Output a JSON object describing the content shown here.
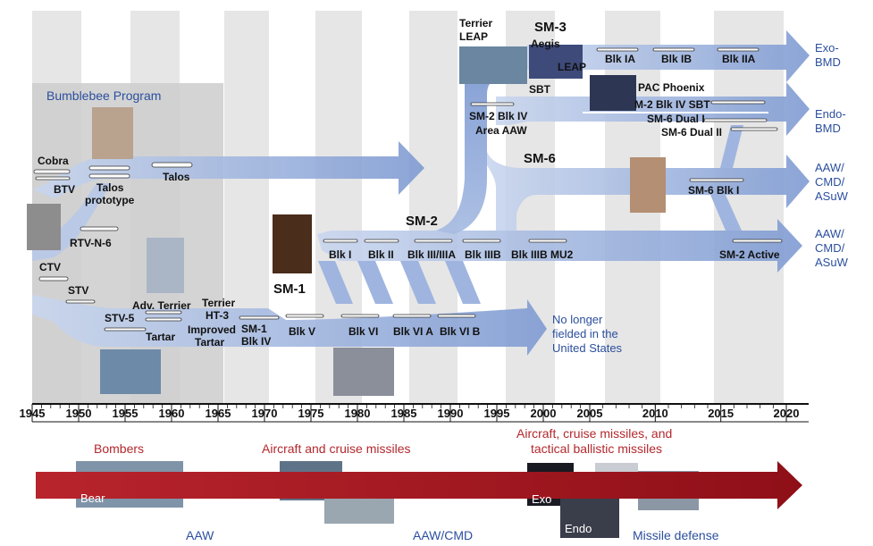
{
  "colors": {
    "arrow": "#8ea7d6",
    "arrow_light": "#c9d6ee",
    "band_gray": "#e3e3e3",
    "bumblebee_box": "#cfcfcf",
    "red_arrow": "#a3141e",
    "blue_text": "#2b4f9e",
    "red_text": "#b3282d"
  },
  "bumblebee_title": "Bumblebee Program",
  "missiles": {
    "cobra": "Cobra",
    "btv": "BTV",
    "talos_prototype_1": "Talos",
    "talos_prototype_2": "prototype",
    "talos": "Talos",
    "rtv_n_6": "RTV-N-6",
    "ctv": "CTV",
    "stv": "STV",
    "stv_5": "STV-5",
    "adv_terrier": "Adv. Terrier",
    "tartar": "Tartar",
    "terrier_ht3_1": "Terrier",
    "terrier_ht3_2": "HT-3",
    "improved_tartar_1": "Improved",
    "improved_tartar_2": "Tartar",
    "sm1_blk_iv_1": "SM-1",
    "sm1_blk_iv_2": "Blk IV",
    "sm1": "SM-1",
    "sm1_blk_v": "Blk V",
    "sm1_blk_vi": "Blk VI",
    "sm1_blk_via": "Blk VI A",
    "sm1_blk_vib": "Blk VI B",
    "sm2": "SM-2",
    "sm2_blk_i": "Blk I",
    "sm2_blk_ii": "Blk II",
    "sm2_blk_iii_iiia": "Blk III/IIIA",
    "sm2_blk_iiib": "Blk IIIB",
    "sm2_blk_iiib_mu2": "Blk IIIB MU2",
    "sm2_blk_iv_1": "SM-2 Blk IV",
    "sm2_blk_iv_2": "Area AAW",
    "terrier_leap_1": "Terrier",
    "terrier_leap_2": "LEAP",
    "sm3": "SM-3",
    "aegis": "Aegis",
    "leap": "LEAP",
    "sbt": "SBT",
    "sm3_blk_ia": "Blk IA",
    "sm3_blk_ib": "Blk IB",
    "sm3_blk_iia": "Blk IIA",
    "pac_phoenix": "PAC Phoenix",
    "sm2_blk_iv_sbt": "M-2 Blk IV SBT",
    "sm6_dual_i": "SM-6 Dual I",
    "sm6_dual_ii": "SM-6 Dual II",
    "sm6": "SM-6",
    "sm6_blk_i": "SM-6 Blk I",
    "sm2_active": "SM-2 Active",
    "no_longer_1": "No longer",
    "no_longer_2": "fielded in the",
    "no_longer_3": "United States"
  },
  "capabilities": {
    "exo_1": "Exo-",
    "exo_2": "BMD",
    "endo_1": "Endo-",
    "endo_2": "BMD",
    "aaw1_1": "AAW/",
    "aaw1_2": "CMD/",
    "aaw1_3": "ASuW",
    "aaw2_1": "AAW/",
    "aaw2_2": "CMD/",
    "aaw2_3": "ASuW"
  },
  "timeline": {
    "years": [
      "1945",
      "1950",
      "1955",
      "1960",
      "1965",
      "1970",
      "1975",
      "1980",
      "1985",
      "1990",
      "1995",
      "2000",
      "2005",
      "2010",
      "2015",
      "2020"
    ]
  },
  "threats": {
    "bombers": "Bombers",
    "aircraft_cruise": "Aircraft and cruise missiles",
    "aircraft_cruise_tbm_1": "Aircraft, cruise missiles, and",
    "aircraft_cruise_tbm_2": "tactical ballistic missiles"
  },
  "photo_labels": {
    "bear": "Bear",
    "exo": "Exo",
    "endo": "Endo"
  },
  "missions": {
    "aaw": "AAW",
    "aaw_cmd": "AAW/CMD",
    "missile_defense": "Missile defense"
  }
}
